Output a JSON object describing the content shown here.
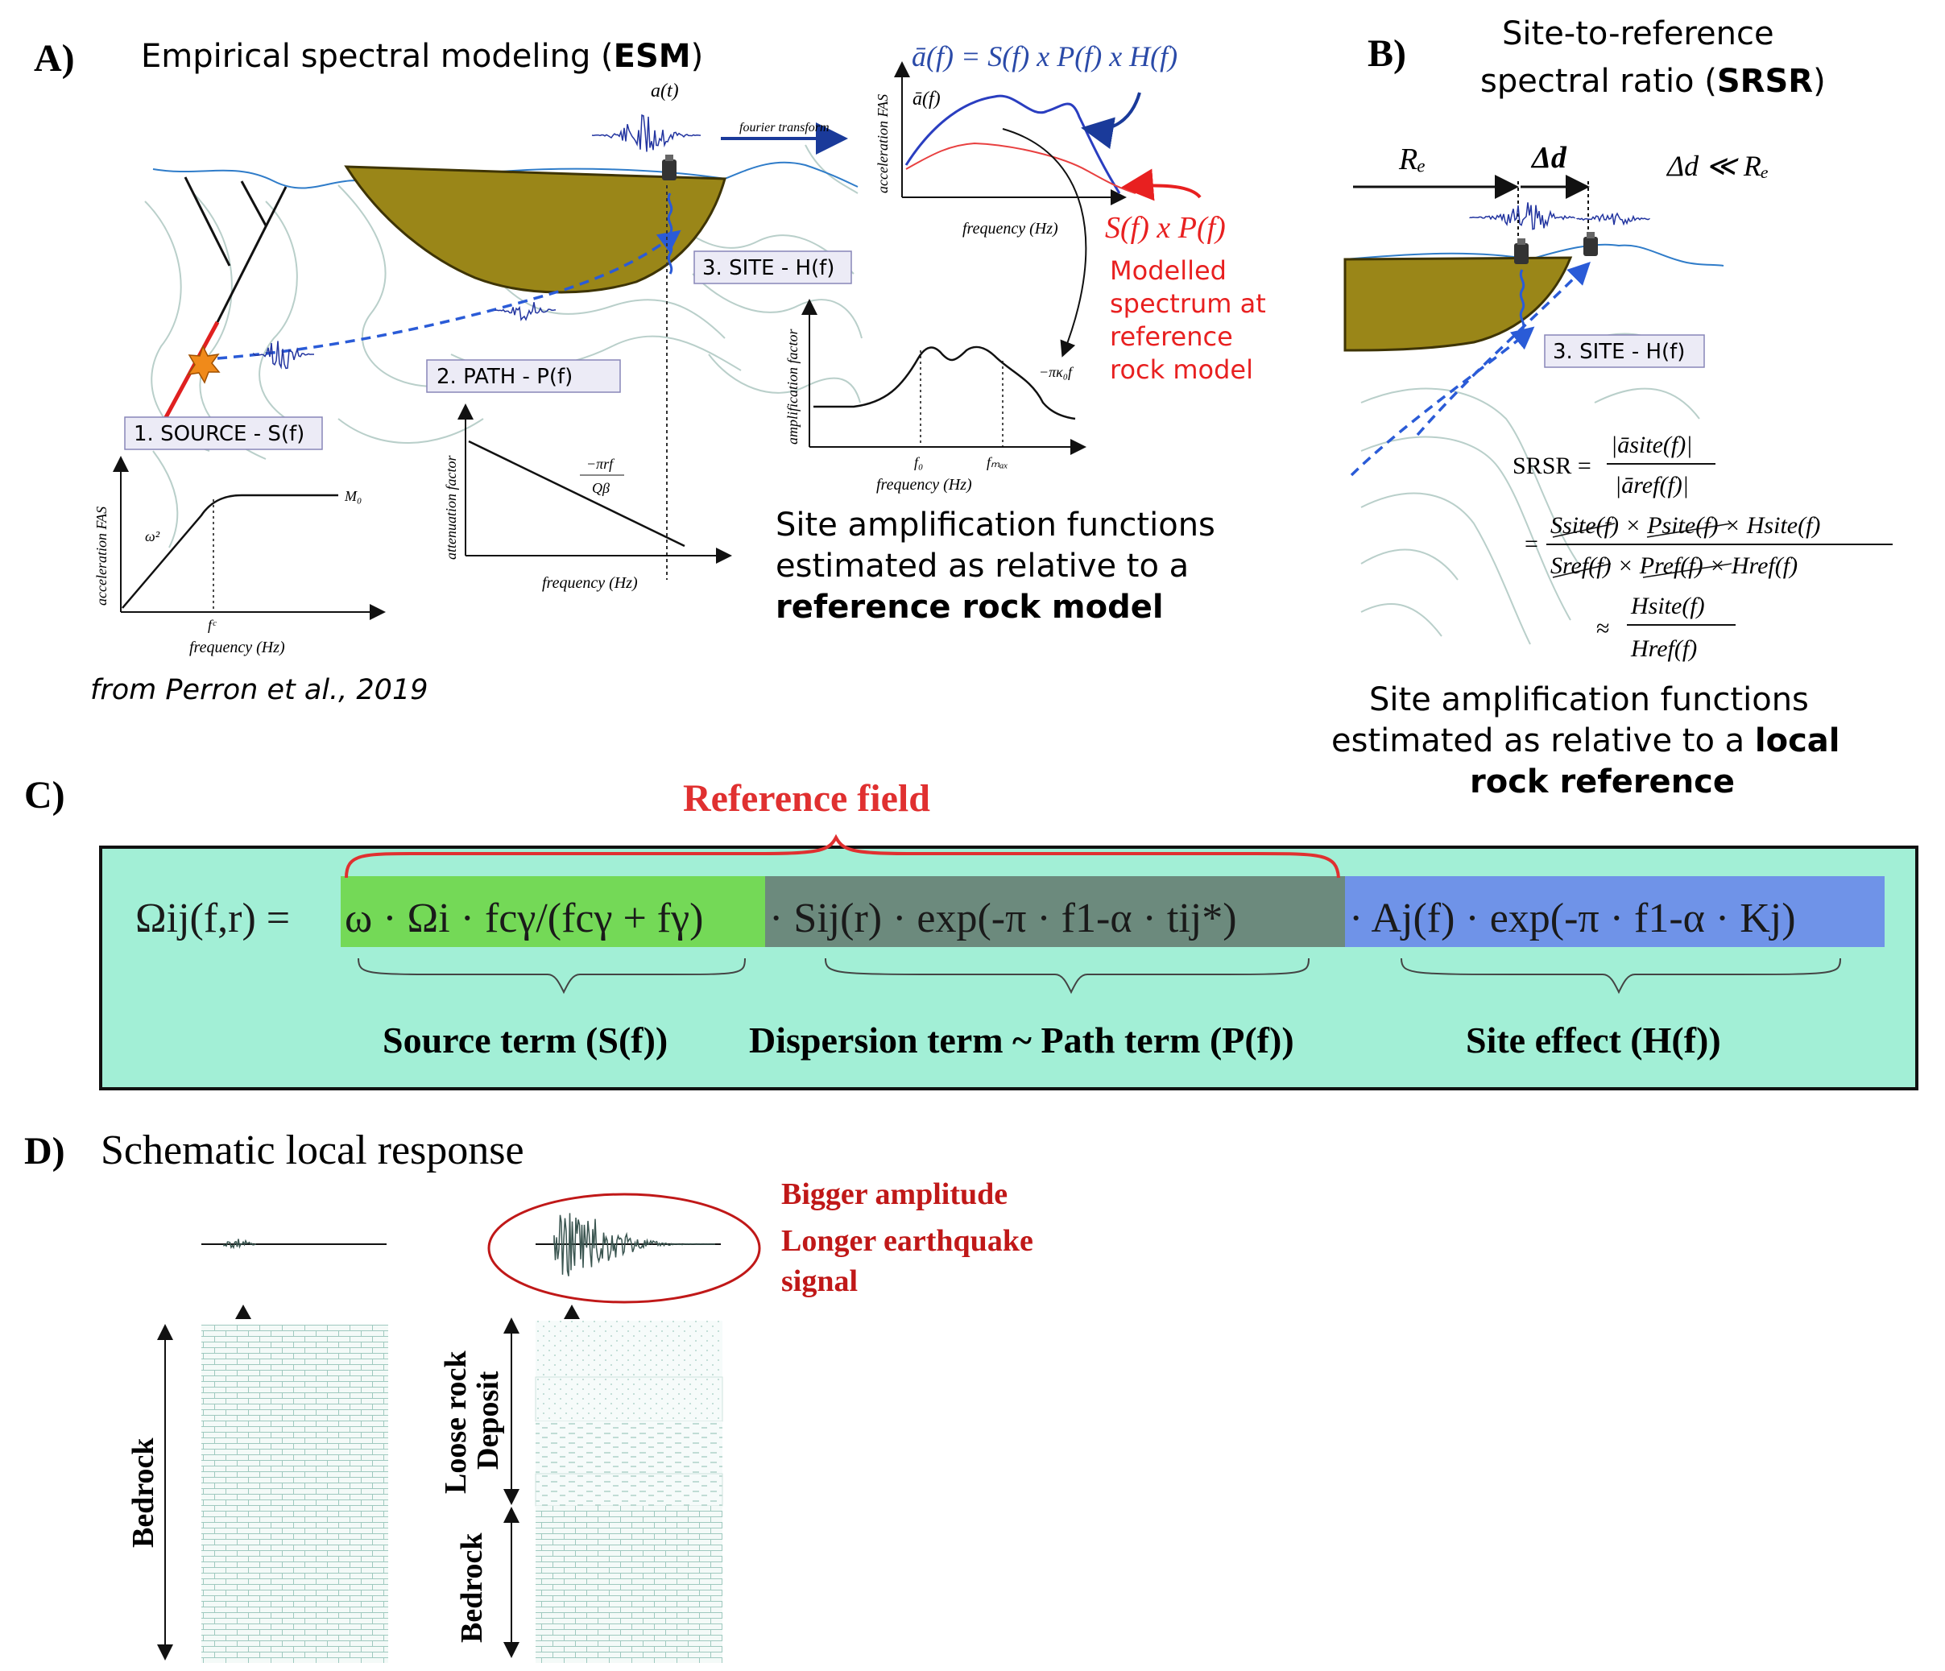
{
  "panelA": {
    "label": "A)",
    "title_prefix": "Empirical spectral modeling (",
    "title_bold": "ESM",
    "title_suffix": ")",
    "signal_label": "a(t)",
    "fourier_label": "fourier transform",
    "equation": "ā(f) = S(f) x P(f) x H(f)",
    "spectrum_label": "ā(f)",
    "spectrum_ylabel": "acceleration FAS",
    "spectrum_xlabel": "frequency (Hz)",
    "sp_label": "S(f) x P(f)",
    "modelled_text": [
      "Modelled",
      "spectrum at",
      "reference",
      "rock model"
    ],
    "site_box": "3. SITE - H(f)",
    "path_box": "2. PATH - P(f)",
    "source_box": "1. SOURCE - S(f)",
    "source_plot": {
      "ylabel": "acceleration FAS",
      "xlabel": "frequency (Hz)",
      "omega": "ω²",
      "m0": "M₀",
      "fc": "fᶜ"
    },
    "path_plot": {
      "ylabel": "attenuation factor",
      "xlabel": "frequency (Hz)",
      "num": "−πrf",
      "den": "Qβ"
    },
    "site_plot": {
      "ylabel": "amplification factor",
      "xlabel": "frequency (Hz)",
      "f0": "f₀",
      "fmax": "fₘₐₓ",
      "kappa": "−πκ₀f"
    },
    "caption_lines": [
      "Site amplification functions",
      "estimated as relative to a"
    ],
    "caption_bold": "reference rock model",
    "credit": "from Perron et al., 2019"
  },
  "panelB": {
    "label": "B)",
    "title_line1": "Site-to-reference",
    "title_line2_prefix": "spectral ratio (",
    "title_line2_bold": "SRSR",
    "title_line2_suffix": ")",
    "re": "Rₑ",
    "dd": "Δd",
    "rel": "Δd ≪ Rₑ",
    "site_box": "3. SITE - H(f)",
    "srsr": "SRSR =",
    "num1": "|āsite(f)|",
    "den1": "|āref(f)|",
    "num2": "Ssite(f) × Psite(f) × Hsite(f)",
    "den2": "Sref(f) × Pref(f) × Href(f)",
    "approx": "≈",
    "num3": "Hsite(f)",
    "den3": "Href(f)",
    "caption_line1": "Site amplification functions",
    "caption_line2_prefix": "estimated as relative to a ",
    "caption_line2_bold": "local",
    "caption_line3_bold": "rock reference"
  },
  "panelC": {
    "label": "C)",
    "reference_field": "Reference field",
    "lhs": "Ωij(f,r) =",
    "source_expr": "ω · Ωi · fcγ/(fcγ + fγ)",
    "path_expr": "· Sij(r) · exp(-π · f1-α · tij*)",
    "site_expr": "· Aj(f) · exp(-π · f1-α · Kj)",
    "source_term": "Source term (S(f))",
    "path_term": "Dispersion term ~ Path term (P(f))",
    "site_term": "Site effect (H(f))",
    "colors": {
      "panel": "#a2efd6",
      "source": "#74d957",
      "path": "#6c8a7d",
      "site": "#6f93e8",
      "red": "#e03030"
    }
  },
  "panelD": {
    "label": "D)",
    "title": "Schematic local response",
    "notes": [
      "Bigger amplitude",
      "Longer earthquake",
      "signal"
    ],
    "bedrock": "Bedrock",
    "loose_line1": "Loose rock",
    "loose_line2": "Deposit"
  }
}
